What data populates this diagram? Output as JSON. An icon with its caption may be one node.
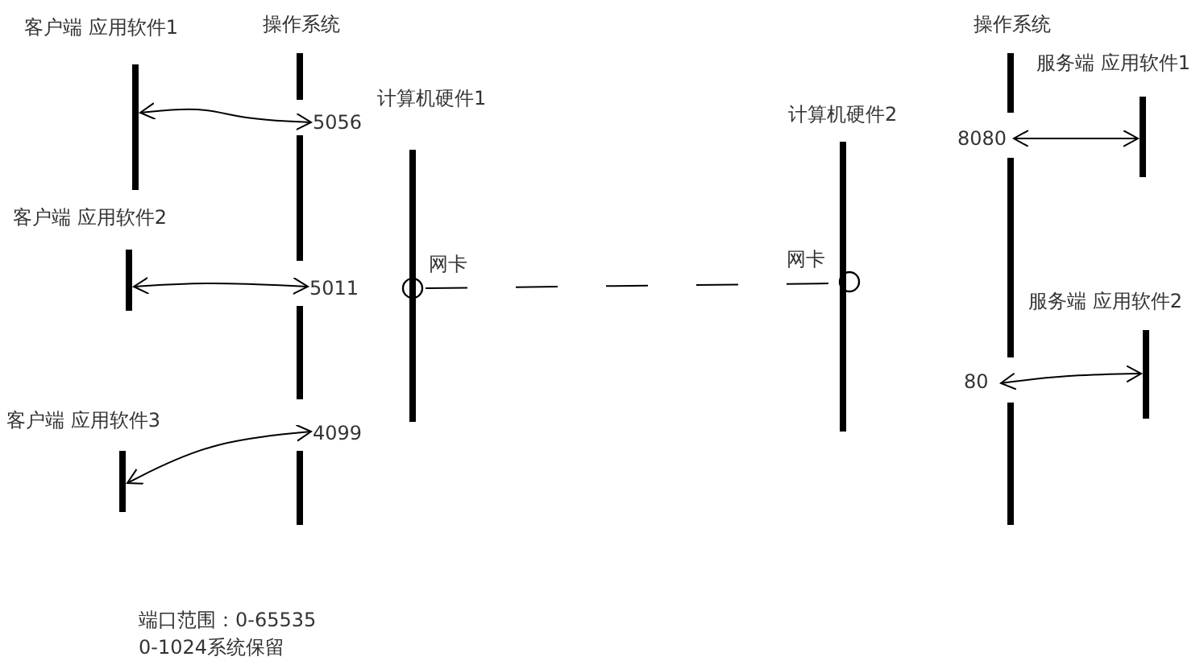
{
  "diagram": {
    "nodes": [
      {
        "text": [
          "客户端 应用软件1"
        ]
      },
      {
        "text": [
          "客户端 应用软件2"
        ]
      },
      {
        "text": [
          "客户端 应用软件3"
        ]
      },
      {
        "text": [
          "操作系统"
        ]
      },
      {
        "text": [
          "5056"
        ],
        "in": 3
      },
      {
        "text": [
          "5011"
        ],
        "in": 3
      },
      {
        "text": [
          "4099"
        ],
        "in": 3
      },
      {
        "text": [
          "计算机硬件1"
        ]
      },
      {
        "text": [
          "网卡"
        ],
        "in": 7
      },
      {
        "text": [
          "计算机硬件2"
        ]
      },
      {
        "text": [
          "网卡"
        ],
        "in": 9
      },
      {
        "text": [
          "操作系统"
        ]
      },
      {
        "text": [
          "8080"
        ],
        "in": 11
      },
      {
        "text": [
          "80"
        ],
        "in": 11
      },
      {
        "text": [
          "服务端 应用软件1"
        ]
      },
      {
        "text": [
          "服务端 应用软件2"
        ]
      }
    ],
    "edges": [
      {
        "from": 0,
        "to": 4,
        "arrow": "both"
      },
      {
        "from": 1,
        "to": 5,
        "arrow": "both"
      },
      {
        "from": 6,
        "to": 2,
        "arrow": "both"
      },
      {
        "from": 8,
        "to": 10,
        "arrow": "none",
        "style": "dashed"
      },
      {
        "from": 12,
        "to": 14,
        "arrow": "both"
      },
      {
        "from": 13,
        "to": 15,
        "arrow": "both"
      }
    ],
    "labels": [
      "端口范围：0-65535",
      "0-1024系统保留"
    ]
  }
}
